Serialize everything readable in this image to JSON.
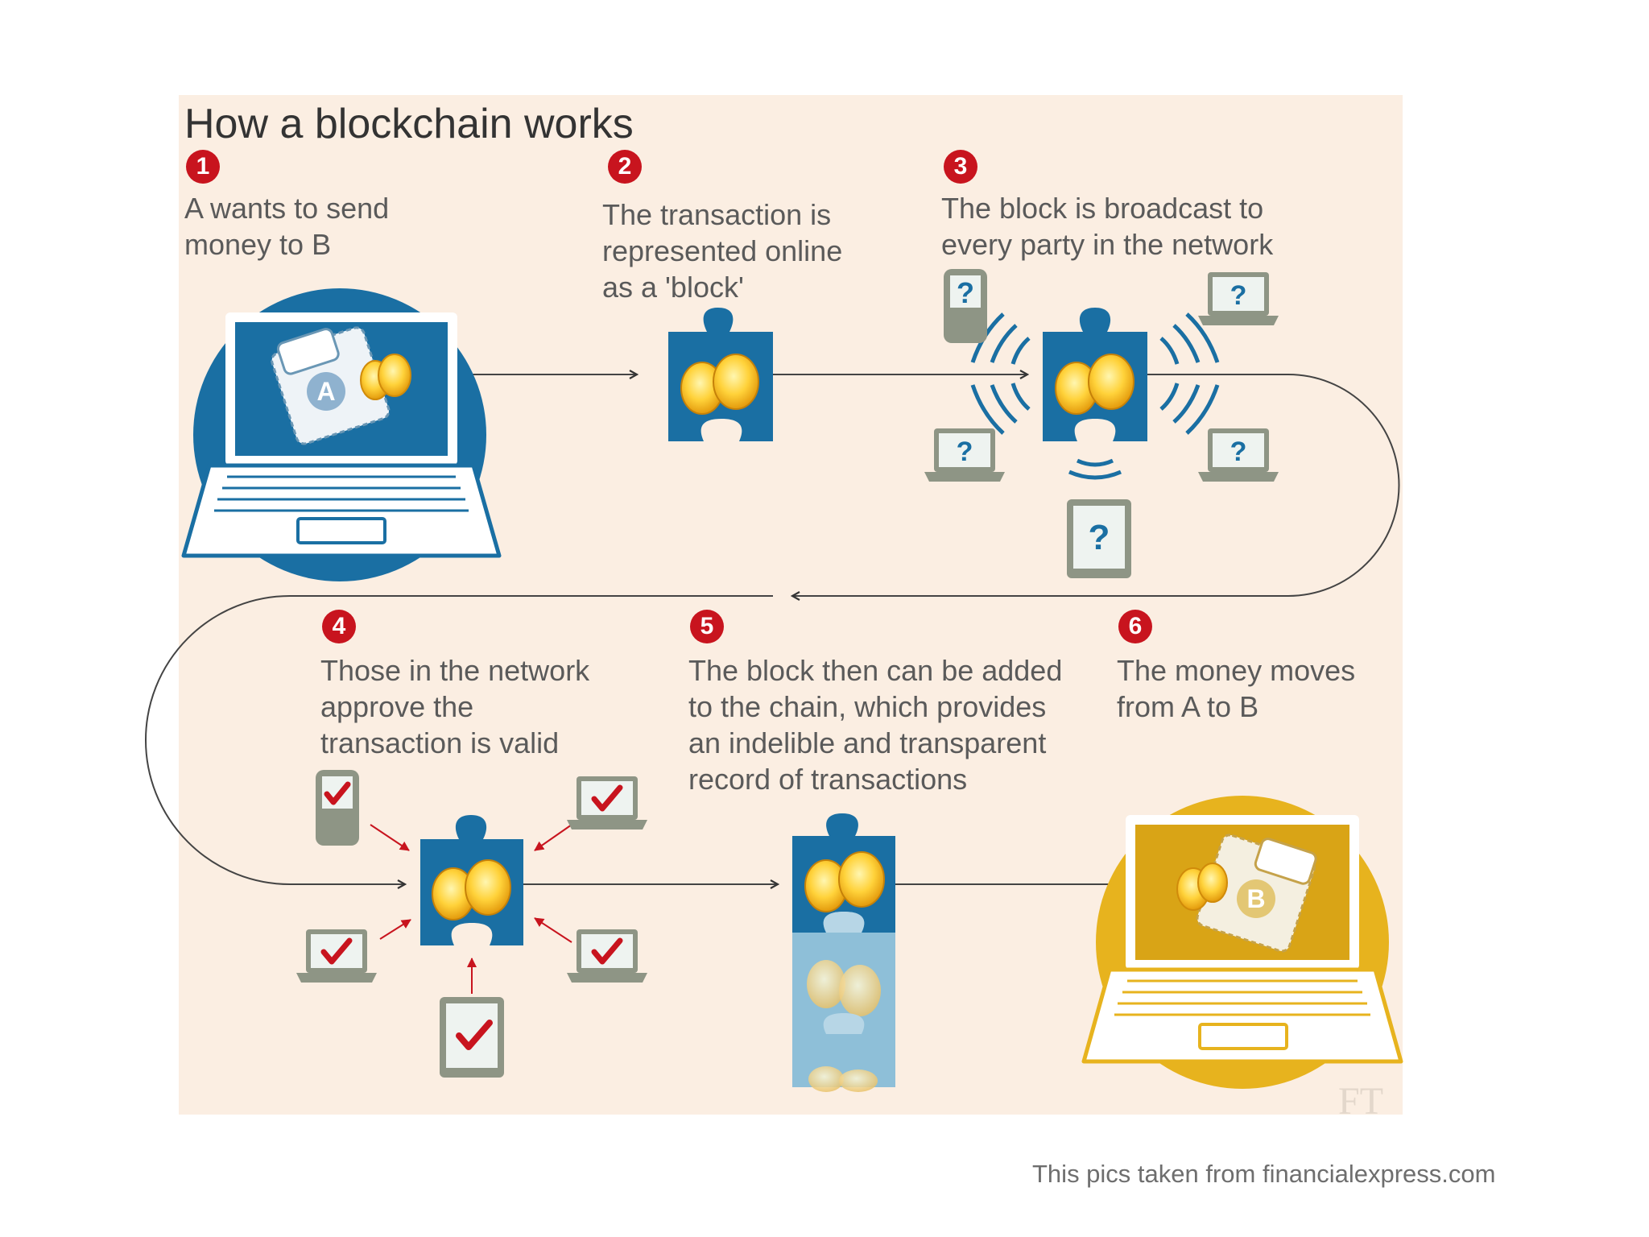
{
  "title": "How a blockchain works",
  "steps": [
    {
      "number": "1",
      "text": [
        "A wants to send",
        "money to B"
      ]
    },
    {
      "number": "2",
      "text": [
        "The transaction is",
        "represented online",
        "as a 'block'"
      ]
    },
    {
      "number": "3",
      "text": [
        "The block is broadcast to",
        "every party in the network"
      ]
    },
    {
      "number": "4",
      "text": [
        "Those in the network",
        "approve the",
        "transaction is valid"
      ]
    },
    {
      "number": "5",
      "text": [
        "The block then can be added",
        "to the chain, which provides",
        "an indelible and transparent",
        "record of transactions"
      ]
    },
    {
      "number": "6",
      "text": [
        "The money moves",
        "from A to B"
      ]
    }
  ],
  "wallet_labels": {
    "sender": "A",
    "receiver": "B"
  },
  "question_mark": "?",
  "watermark": "FT",
  "caption": "This pics taken from financialexpress.com",
  "colors": {
    "panel": "#fbeee2",
    "blue": "#1a6fa3",
    "step_red": "#c8141e",
    "gold": "#e7b31e",
    "device_gray": "#8e9585",
    "chain_light": "#8ebfd8"
  }
}
